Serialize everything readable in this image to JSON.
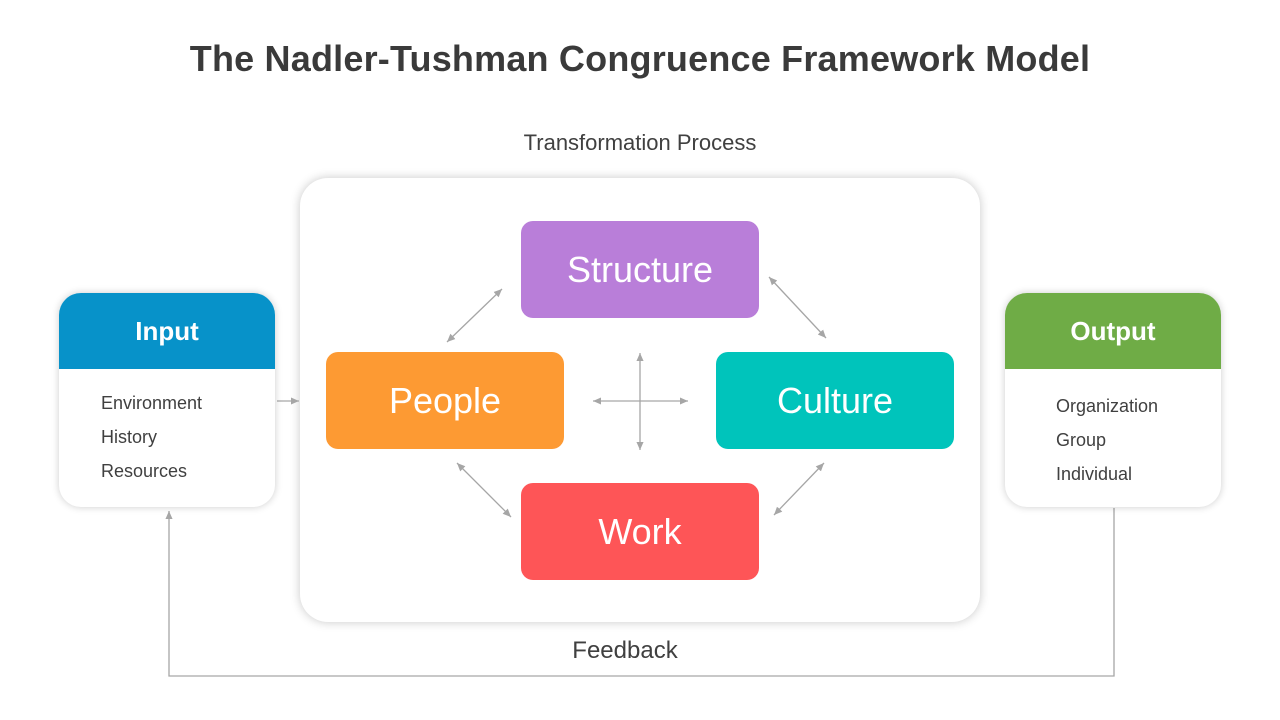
{
  "title": "The Nadler-Tushman Congruence Framework Model",
  "process_label": "Transformation Process",
  "feedback_label": "Feedback",
  "input": {
    "heading": "Input",
    "color": "#0792c9",
    "items": [
      "Environment",
      "History",
      "Resources"
    ]
  },
  "output": {
    "heading": "Output",
    "color": "#6fac46",
    "items": [
      "Organization",
      "Group",
      "Individual"
    ]
  },
  "components": {
    "structure": {
      "label": "Structure",
      "color": "#b97ed9"
    },
    "people": {
      "label": "People",
      "color": "#fd9a33"
    },
    "culture": {
      "label": "Culture",
      "color": "#00c4bb"
    },
    "work": {
      "label": "Work",
      "color": "#fe5557"
    }
  },
  "connector_color": "#a6a6a6"
}
